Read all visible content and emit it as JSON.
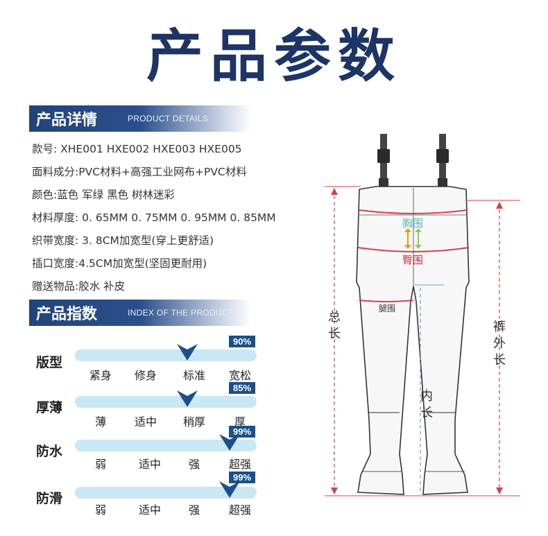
{
  "main_title": "产品参数",
  "details_header": {
    "zh": "产品详情",
    "en": "PRODUCT DETAILS"
  },
  "details": [
    "款号: XHE001 HXE002 HXE003 HXE005",
    "面料成分:PVC材料+高强工业网布+PVC材料",
    "颜色:蓝色 军绿 黑色 树林迷彩",
    "材料厚度: 0. 65MM 0. 75MM 0. 95MM 0. 85MM",
    "织带宽度: 3. 8CM加宽型(穿上更舒适)",
    "插口宽度:4.5CM加宽型(坚固更耐用)",
    "赠送物品:胶水 补皮"
  ],
  "index_header": {
    "zh": "产品指数",
    "en": "INDEX OF THE PRODUCT"
  },
  "indices": [
    {
      "name": "版型",
      "badge": "90%",
      "level": 0.62,
      "labels": [
        "紧身",
        "修身",
        "标准",
        "宽松"
      ]
    },
    {
      "name": "厚薄",
      "badge": "85%",
      "level": 0.62,
      "labels": [
        "薄",
        "适中",
        "稍厚",
        "厚"
      ]
    },
    {
      "name": "防水",
      "badge": "99%",
      "level": 0.85,
      "labels": [
        "弱",
        "适中",
        "强",
        "超强"
      ]
    },
    {
      "name": "防滑",
      "badge": "99%",
      "level": 0.85,
      "labels": [
        "弱",
        "适中",
        "强",
        "超强"
      ]
    }
  ],
  "measurements": {
    "chest": "胸围",
    "hip": "臀围",
    "thigh": "腿围",
    "total_length": "总长",
    "inseam": "内长",
    "outer_length": "裤外长"
  },
  "colors": {
    "title": "#1c3566",
    "header_bg": "#22447a",
    "bar": "#c9e7f4",
    "badge": "#1c4f86",
    "marker": "#1e4f8a",
    "measure_red": "#d0424a",
    "measure_blue": "#5aa7d6",
    "chest_label": "#5ab8c0"
  },
  "icons": {
    "marker": "down-triangle-marker-icon",
    "chest_arrow": "double-arrow-icon"
  }
}
